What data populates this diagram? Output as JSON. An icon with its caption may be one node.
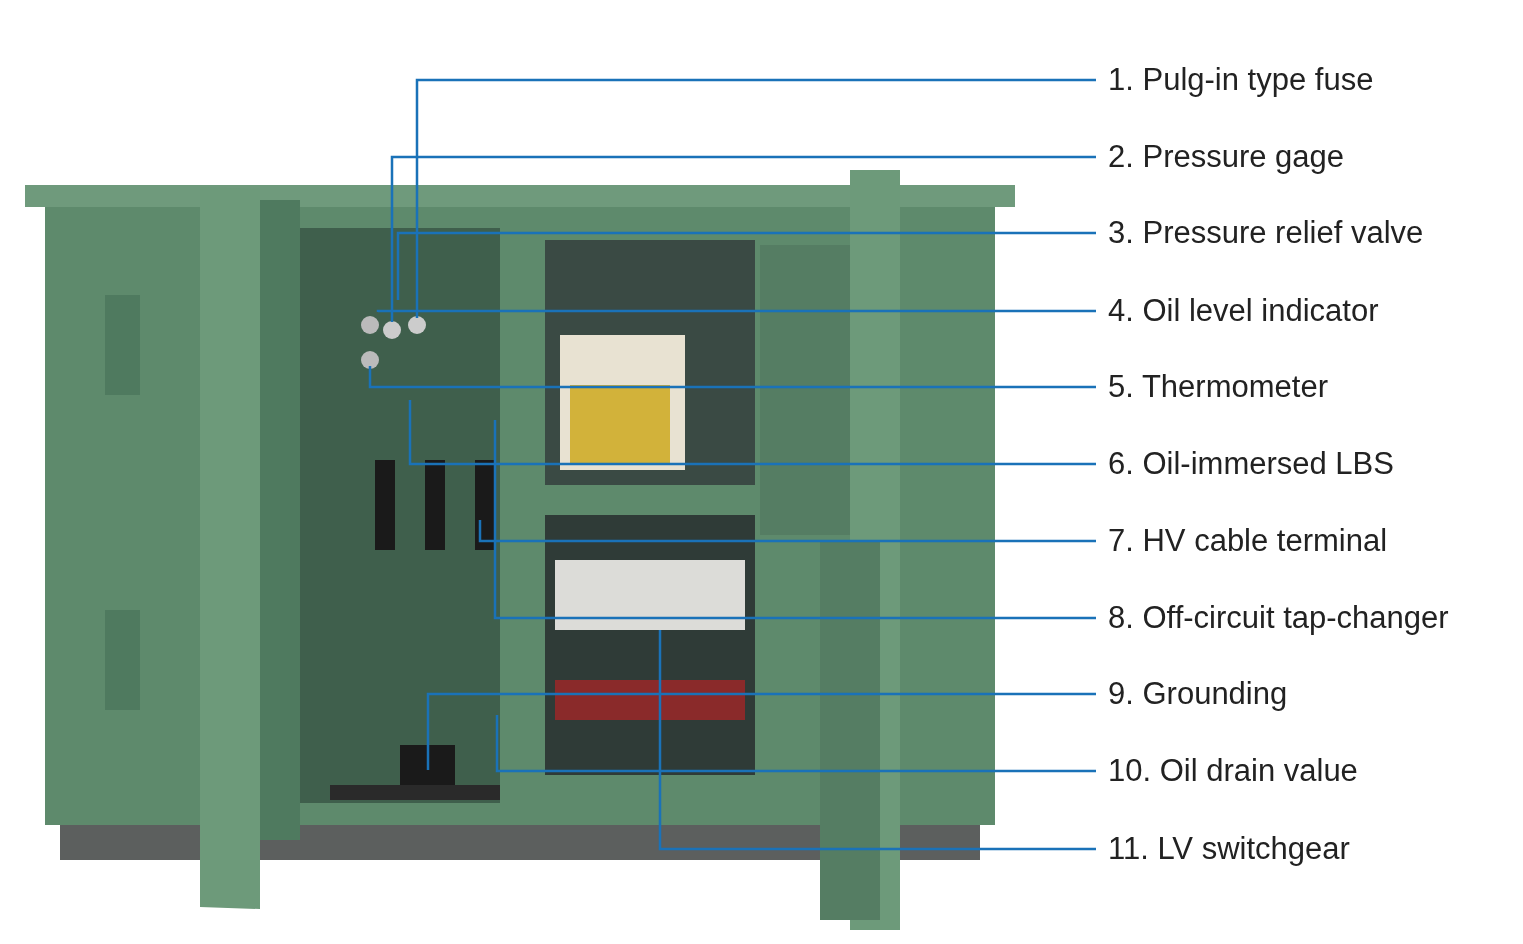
{
  "diagram": {
    "nodes": [
      {
        "text": [
          "1. Pulg-in type fuse"
        ]
      },
      {
        "text": [
          "2. Pressure gage"
        ]
      },
      {
        "text": [
          "3. Pressure relief valve"
        ]
      },
      {
        "text": [
          "4. Oil level indicator"
        ]
      },
      {
        "text": [
          "5. Thermometer"
        ]
      },
      {
        "text": [
          "6. Oil-immersed LBS"
        ]
      },
      {
        "text": [
          "7. HV cable terminal"
        ]
      },
      {
        "text": [
          "8. Off-circuit tap-changer"
        ]
      },
      {
        "text": [
          "9. Grounding"
        ]
      },
      {
        "text": [
          "10. Oil drain value"
        ]
      },
      {
        "text": [
          "11. LV switchgear"
        ]
      }
    ],
    "edges": [
      {
        "from": 0,
        "to": null,
        "arrow": "none"
      },
      {
        "from": 1,
        "to": null,
        "arrow": "none"
      },
      {
        "from": 2,
        "to": null,
        "arrow": "none"
      },
      {
        "from": 3,
        "to": null,
        "arrow": "none"
      },
      {
        "from": 4,
        "to": null,
        "arrow": "none"
      },
      {
        "from": 5,
        "to": null,
        "arrow": "none"
      },
      {
        "from": 6,
        "to": null,
        "arrow": "none"
      },
      {
        "from": 7,
        "to": null,
        "arrow": "none"
      },
      {
        "from": 8,
        "to": null,
        "arrow": "none"
      },
      {
        "from": 9,
        "to": null,
        "arrow": "none"
      },
      {
        "from": 10,
        "to": null,
        "arrow": "none"
      }
    ]
  }
}
